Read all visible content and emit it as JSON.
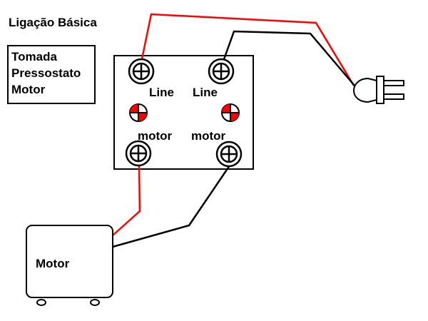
{
  "title": "Ligação Básica",
  "legend": {
    "lines": [
      "Tomada",
      "Pressostato",
      "Motor"
    ]
  },
  "terminals": {
    "line_left": "Line",
    "line_right": "Line",
    "motor_left": "motor",
    "motor_right": "motor"
  },
  "motor": {
    "label": "Motor"
  },
  "colors": {
    "live_wire": "#ff0000",
    "neutral_wire": "#000000",
    "indicator": "#ff0000"
  },
  "icons": {
    "terminal_screw": "circle-plus-icon",
    "indicator": "red-white-quadrant-icon",
    "plug": "plug-icon"
  }
}
